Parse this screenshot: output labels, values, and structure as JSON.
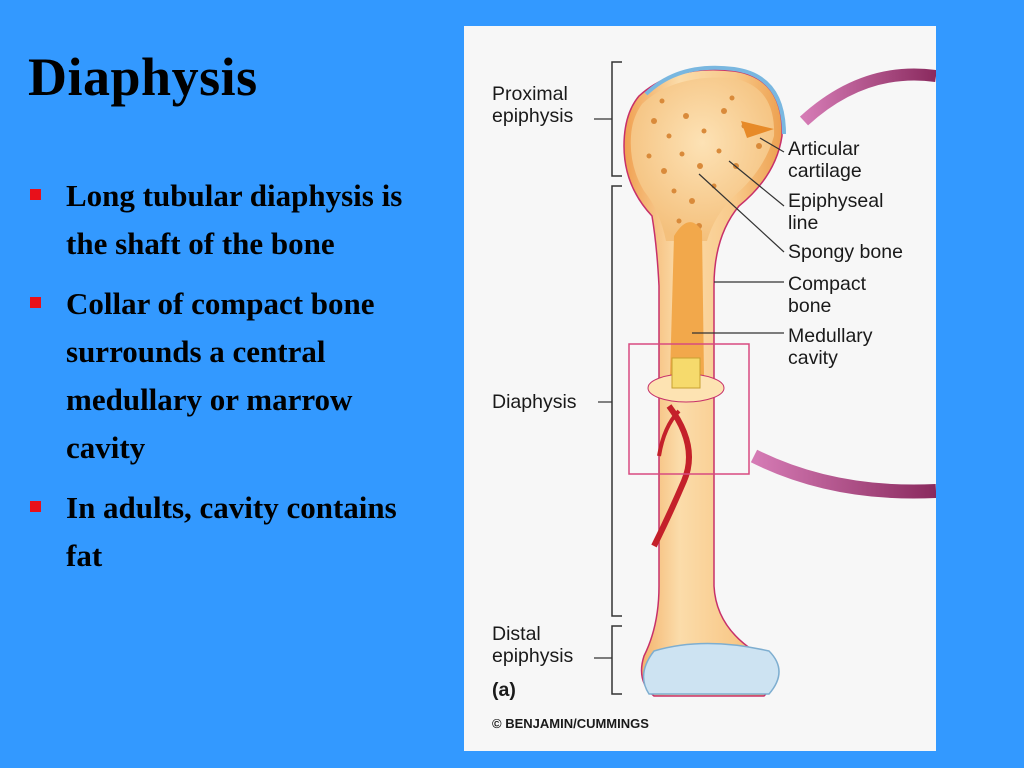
{
  "slide": {
    "title": "Diaphysis",
    "bullets": [
      "Long tubular diaphysis is the shaft of the bone",
      "Collar of compact bone surrounds a central medullary or marrow cavity",
      "In adults, cavity contains fat"
    ],
    "bullet_color": "#e8101a",
    "background_color": "#3399ff"
  },
  "figure": {
    "regions": {
      "proximal": "Proximal\nepiphysis",
      "diaphysis": "Diaphysis",
      "distal": "Distal\nepiphysis"
    },
    "parts": {
      "articular": "Articular\ncartilage",
      "epiphyseal": "Epiphyseal\nline",
      "spongy": "Spongy bone",
      "compact": "Compact\nbone",
      "medullary": "Medullary\ncavity"
    },
    "panel_label": "(a)",
    "credit": "© BENJAMIN/CUMMINGS"
  }
}
